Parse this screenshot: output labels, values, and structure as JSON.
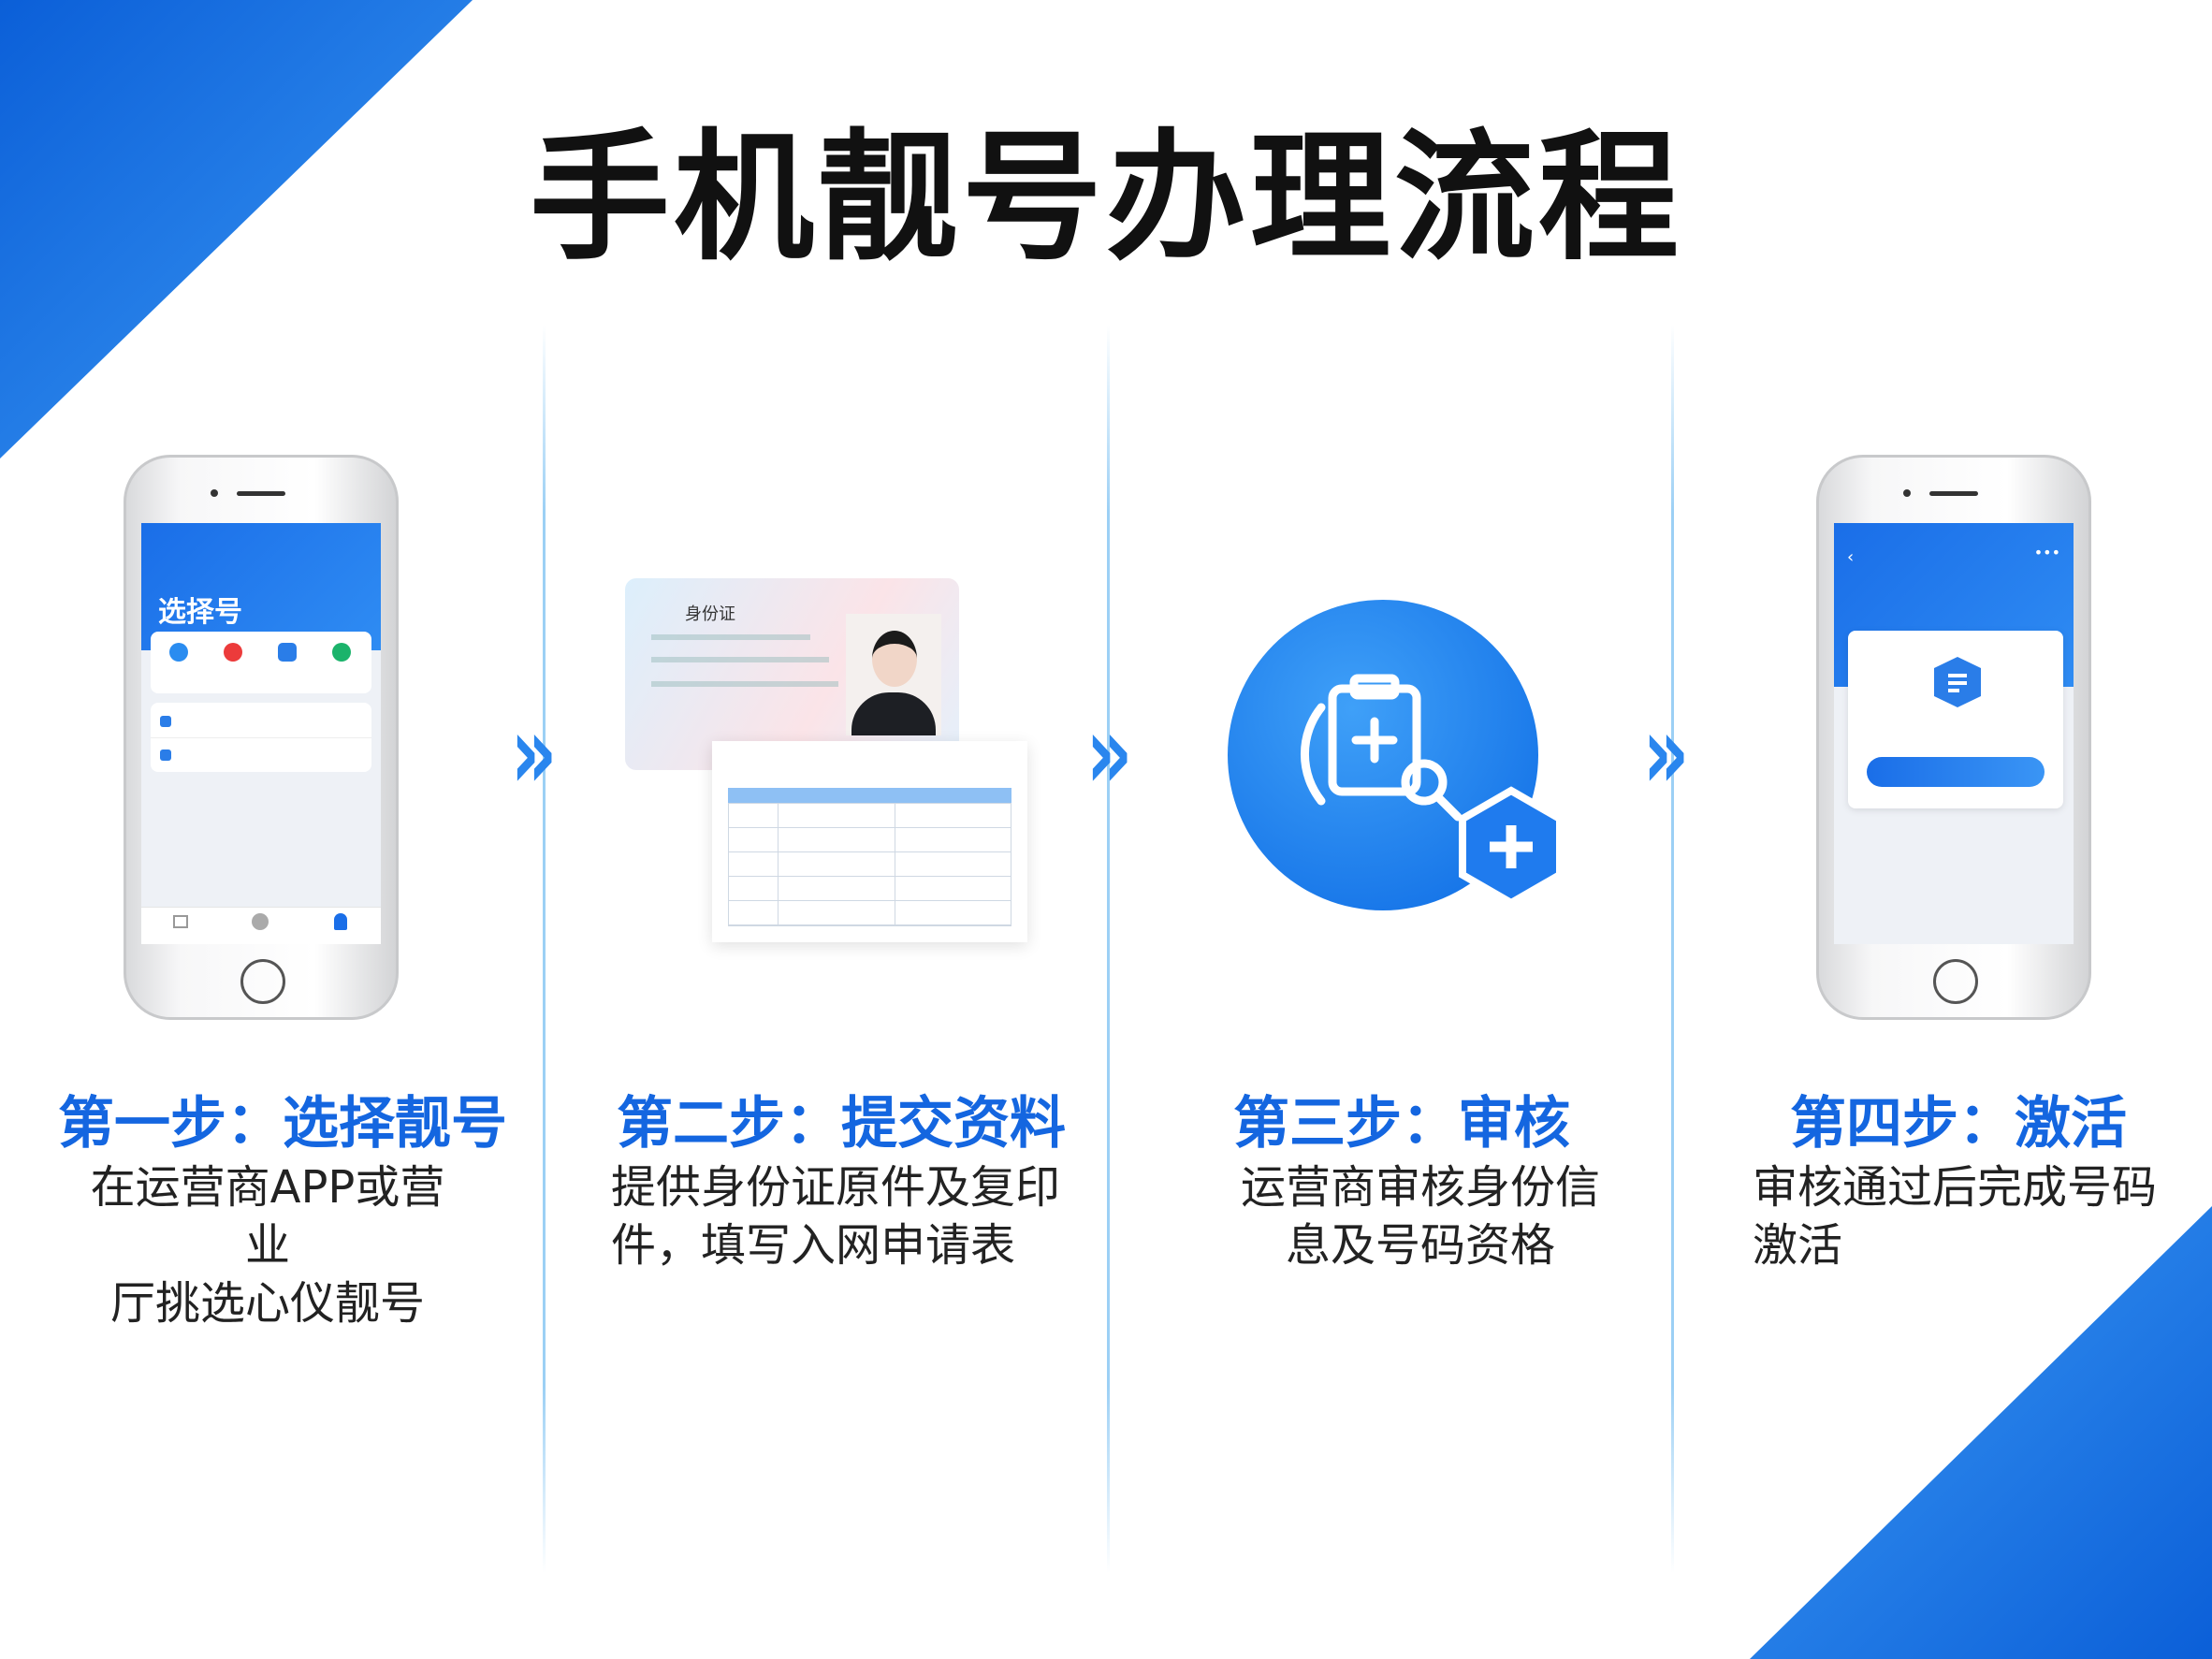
{
  "title": "手机靓号办理流程",
  "colors": {
    "accent": "#1466e0",
    "divider": "#9cd0f5",
    "corner": "#1a73e8"
  },
  "steps": [
    {
      "title": "第一步：选择靓号",
      "desc_lines": [
        "在运营商APP或营业",
        "厅挑选心仪靓号"
      ]
    },
    {
      "title": "第二步：提交资料",
      "desc_lines": [
        "提供身份证原件及复印",
        "件，填写入网申请表"
      ]
    },
    {
      "title": "第三步：审核",
      "desc_lines": [
        "运营商审核身份信",
        "息及号码资格"
      ]
    },
    {
      "title": "第四步：激活",
      "desc_lines": [
        "审核通过后完成号码",
        "激活"
      ]
    }
  ],
  "phone1": {
    "heading": "选择号"
  },
  "id_card": {
    "label": "身份证"
  },
  "phone4": {
    "icons": [
      "back-icon",
      "more-icon",
      "shield-document-icon"
    ]
  },
  "review_icon": "clipboard-medical-search-icon"
}
